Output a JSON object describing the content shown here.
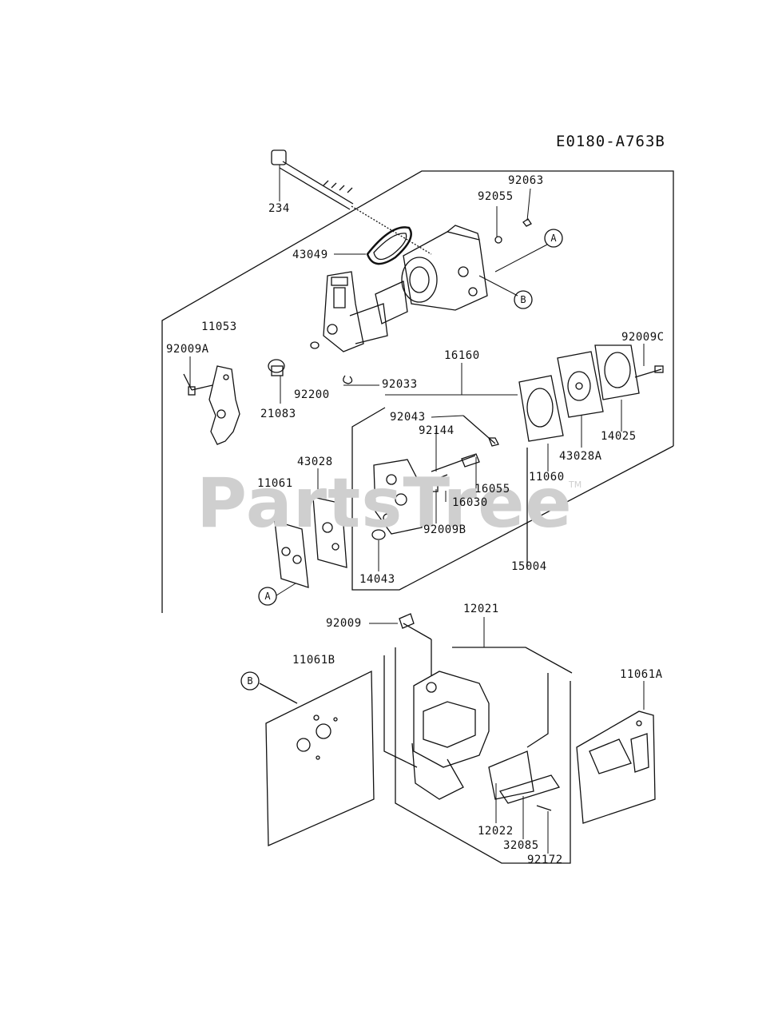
{
  "diagram_code": "E0180-A763B",
  "watermark": "PartsTree",
  "watermark_tm": "TM",
  "parts": {
    "p234": "234",
    "p92063": "92063",
    "p92055": "92055",
    "p43049": "43049",
    "p11053": "11053",
    "p92009A": "92009A",
    "p92200": "92200",
    "p92033": "92033",
    "p21083": "21083",
    "p16160": "16160",
    "p92009C": "92009C",
    "p92043": "92043",
    "p92144": "92144",
    "p16055": "16055",
    "p16030": "16030",
    "p92009B": "92009B",
    "p11060": "11060",
    "p43028A": "43028A",
    "p14025": "14025",
    "p43028": "43028",
    "p11061": "11061",
    "p14043": "14043",
    "p15004": "15004",
    "p92009": "92009",
    "p12021": "12021",
    "p11061B": "11061B",
    "p11061A": "11061A",
    "p12022": "12022",
    "p32085": "32085",
    "p92172": "92172"
  },
  "refs": {
    "a": "A",
    "b": "B"
  }
}
